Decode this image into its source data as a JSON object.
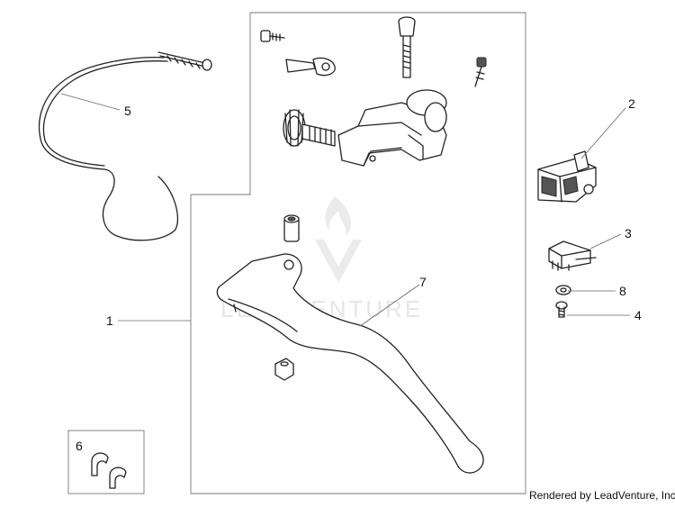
{
  "watermark": {
    "text": "LEADVENTURE"
  },
  "credit": "Rendered by LeadVenture, Inc.",
  "callouts": [
    {
      "label": "1"
    },
    {
      "label": "2"
    },
    {
      "label": "3"
    },
    {
      "label": "4"
    },
    {
      "label": "5"
    },
    {
      "label": "6"
    },
    {
      "label": "7"
    },
    {
      "label": "8"
    }
  ]
}
